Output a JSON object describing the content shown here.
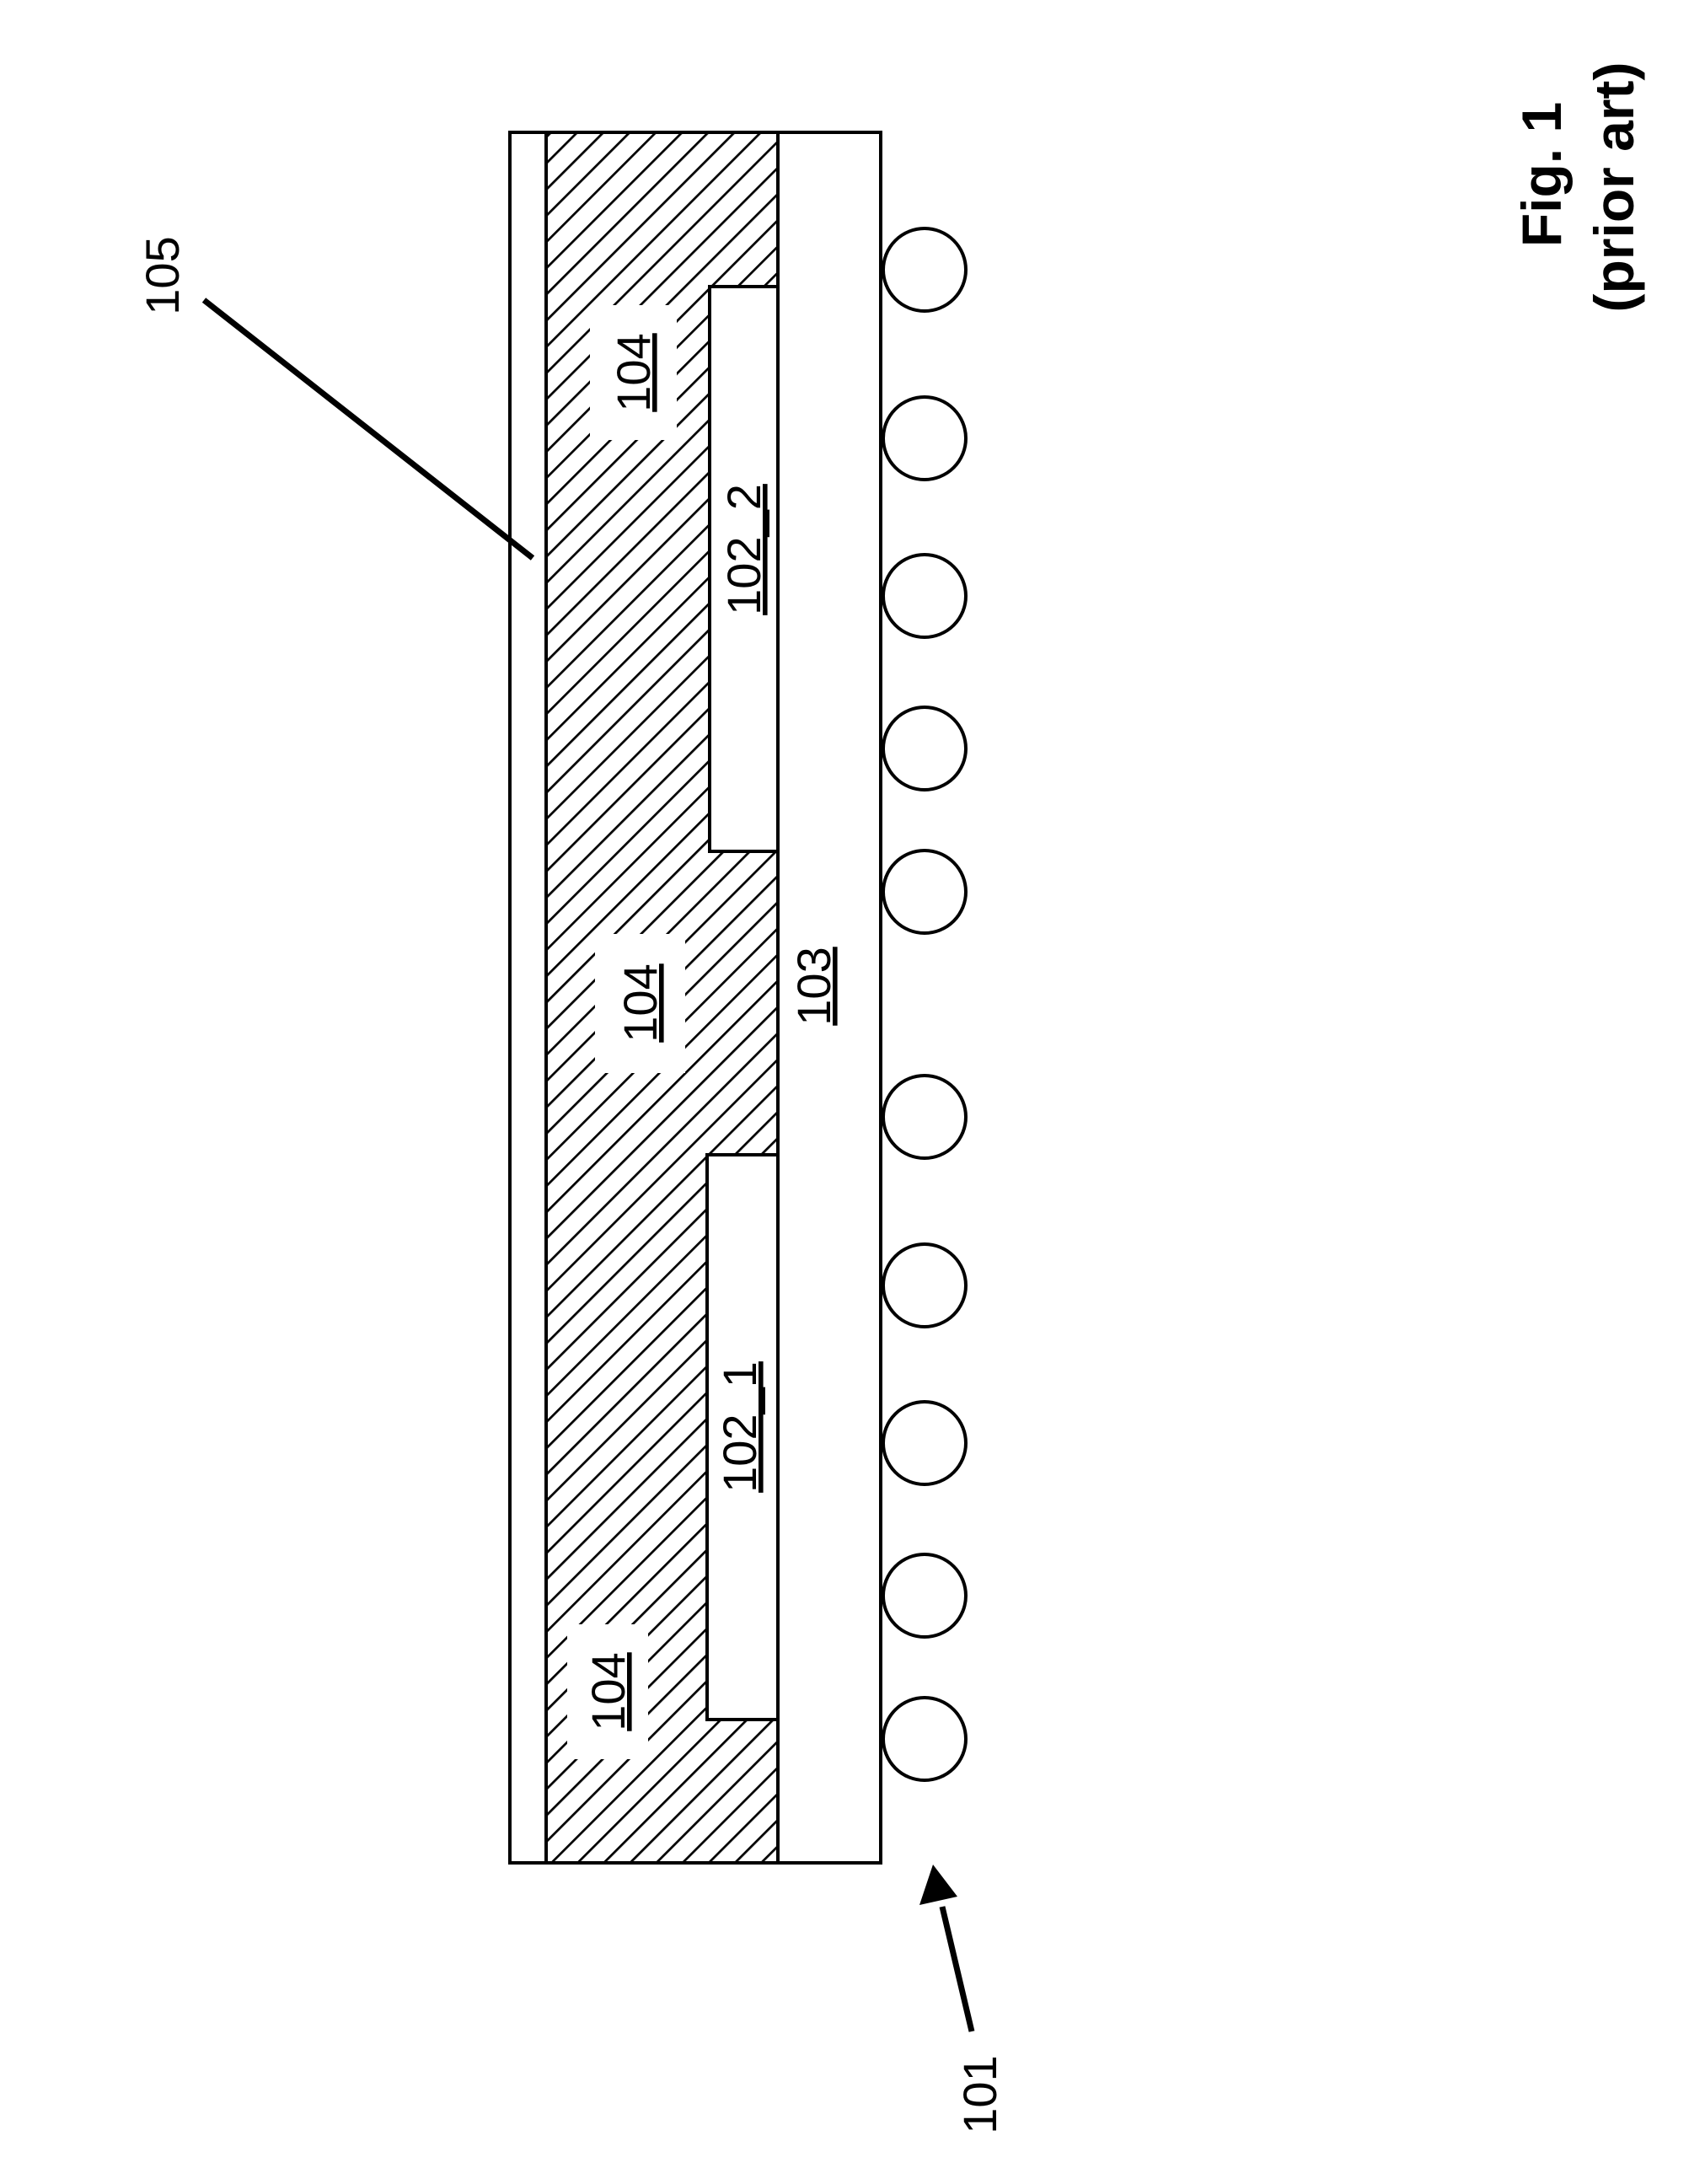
{
  "labels": {
    "package": "101",
    "die_2": "102_2",
    "die_1": "102_1",
    "substrate": "103",
    "mold_top": "104",
    "mold_middle": "104",
    "mold_bottom": "104",
    "lid": "105"
  },
  "caption": {
    "figure": "Fig. 1",
    "note": "(prior art)"
  },
  "solder_ball_count": 10,
  "colors": {
    "line": "#000000",
    "fill": "#ffffff"
  }
}
